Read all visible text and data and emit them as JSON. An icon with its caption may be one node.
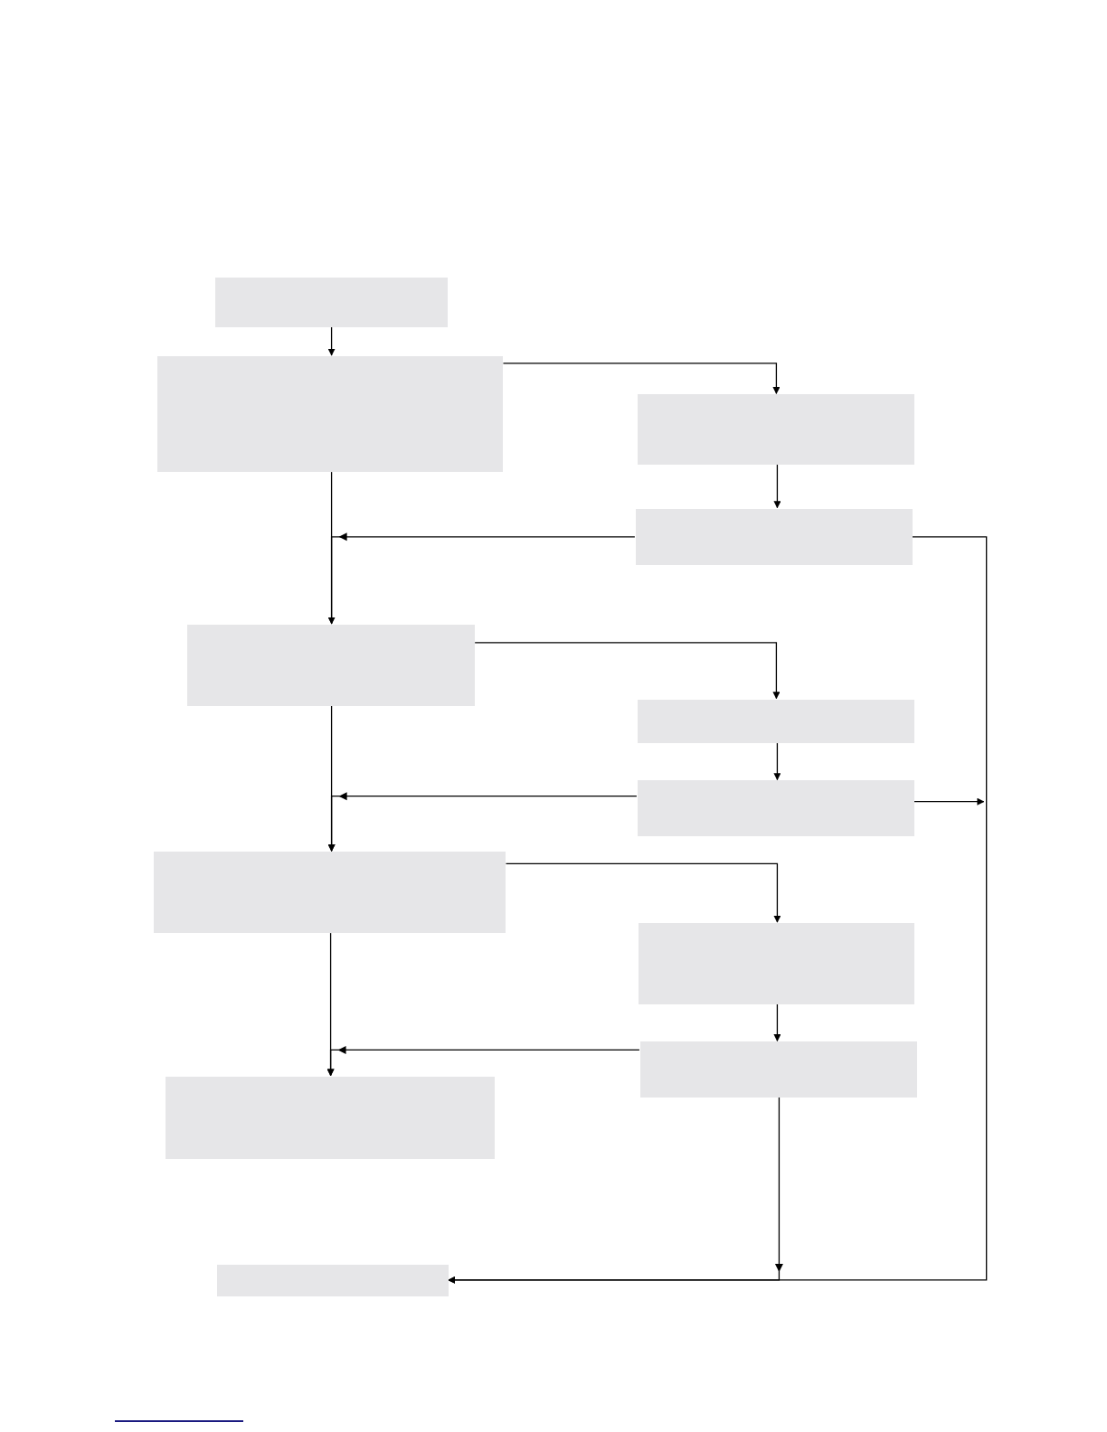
{
  "diagram": {
    "nodes": [
      {
        "text": [],
        "shape": "box"
      },
      {
        "text": [],
        "shape": "box"
      },
      {
        "text": [],
        "shape": "box"
      },
      {
        "text": [],
        "shape": "box"
      },
      {
        "text": [],
        "shape": "box"
      },
      {
        "text": [],
        "shape": "box"
      },
      {
        "text": [],
        "shape": "box"
      },
      {
        "text": [],
        "shape": "box"
      },
      {
        "text": [],
        "shape": "box"
      },
      {
        "text": [],
        "shape": "box"
      },
      {
        "text": [],
        "shape": "box"
      },
      {
        "text": [],
        "shape": "box"
      }
    ],
    "edges": [
      {
        "from": 0,
        "to": 1,
        "arrow": "to"
      },
      {
        "from": 1,
        "to": 2,
        "arrow": "to"
      },
      {
        "from": 1,
        "to": 4,
        "arrow": "to"
      },
      {
        "from": 2,
        "to": 3,
        "arrow": "to"
      },
      {
        "from": 3,
        "to": 4,
        "arrow": "to"
      },
      {
        "from": 3,
        "to": 11,
        "arrow": "to"
      },
      {
        "from": 4,
        "to": 5,
        "arrow": "to"
      },
      {
        "from": 4,
        "to": 7,
        "arrow": "to"
      },
      {
        "from": 5,
        "to": 6,
        "arrow": "to"
      },
      {
        "from": 6,
        "to": 7,
        "arrow": "to"
      },
      {
        "from": 6,
        "to": null,
        "arrow": "to"
      },
      {
        "from": 7,
        "to": 8,
        "arrow": "to"
      },
      {
        "from": 7,
        "to": 10,
        "arrow": "to"
      },
      {
        "from": 8,
        "to": 9,
        "arrow": "to"
      },
      {
        "from": 9,
        "to": 10,
        "arrow": "to"
      },
      {
        "from": 9,
        "to": 11,
        "arrow": "to"
      }
    ]
  }
}
